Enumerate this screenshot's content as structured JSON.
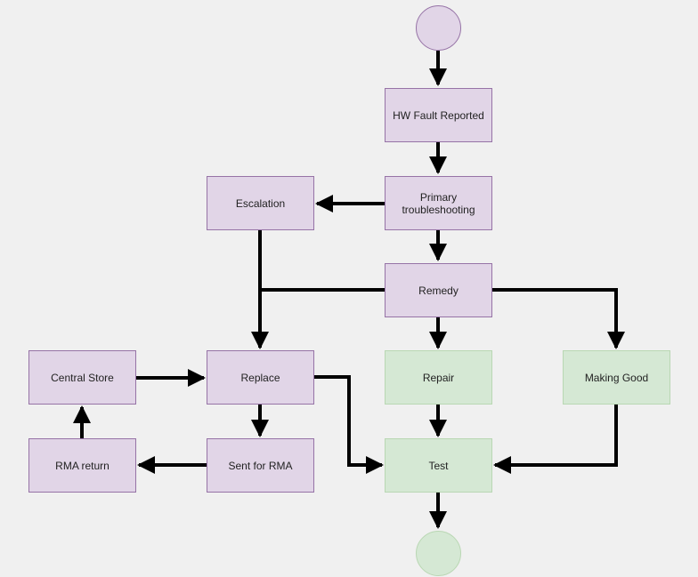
{
  "diagram": {
    "colors": {
      "process_fill": "#e1d5e7",
      "process_border": "#9673a6",
      "success_fill": "#d5e8d4",
      "success_border": "#b9d7b3",
      "connector": "#000000",
      "background": "#f0f0f0"
    },
    "nodes": {
      "start": {
        "shape": "circle"
      },
      "hw_fault": {
        "label": "HW Fault Reported"
      },
      "primary": {
        "label": "Primary troubleshooting"
      },
      "escalation": {
        "label": "Escalation"
      },
      "remedy": {
        "label": "Remedy"
      },
      "central_store": {
        "label": "Central Store"
      },
      "replace": {
        "label": "Replace"
      },
      "repair": {
        "label": "Repair"
      },
      "making_good": {
        "label": "Making Good"
      },
      "rma_return": {
        "label": "RMA return"
      },
      "sent_rma": {
        "label": "Sent for RMA"
      },
      "test": {
        "label": "Test"
      },
      "end": {
        "shape": "circle"
      }
    },
    "edges": [
      {
        "from": "start",
        "to": "hw_fault"
      },
      {
        "from": "hw_fault",
        "to": "primary"
      },
      {
        "from": "primary",
        "to": "escalation"
      },
      {
        "from": "primary",
        "to": "remedy"
      },
      {
        "from": "escalation",
        "to": "replace"
      },
      {
        "from": "remedy",
        "to": "replace"
      },
      {
        "from": "remedy",
        "to": "repair"
      },
      {
        "from": "remedy",
        "to": "making_good"
      },
      {
        "from": "central_store",
        "to": "replace"
      },
      {
        "from": "replace",
        "to": "sent_rma"
      },
      {
        "from": "replace",
        "to": "test"
      },
      {
        "from": "sent_rma",
        "to": "rma_return"
      },
      {
        "from": "rma_return",
        "to": "central_store"
      },
      {
        "from": "repair",
        "to": "test"
      },
      {
        "from": "making_good",
        "to": "test"
      },
      {
        "from": "test",
        "to": "end"
      }
    ]
  }
}
